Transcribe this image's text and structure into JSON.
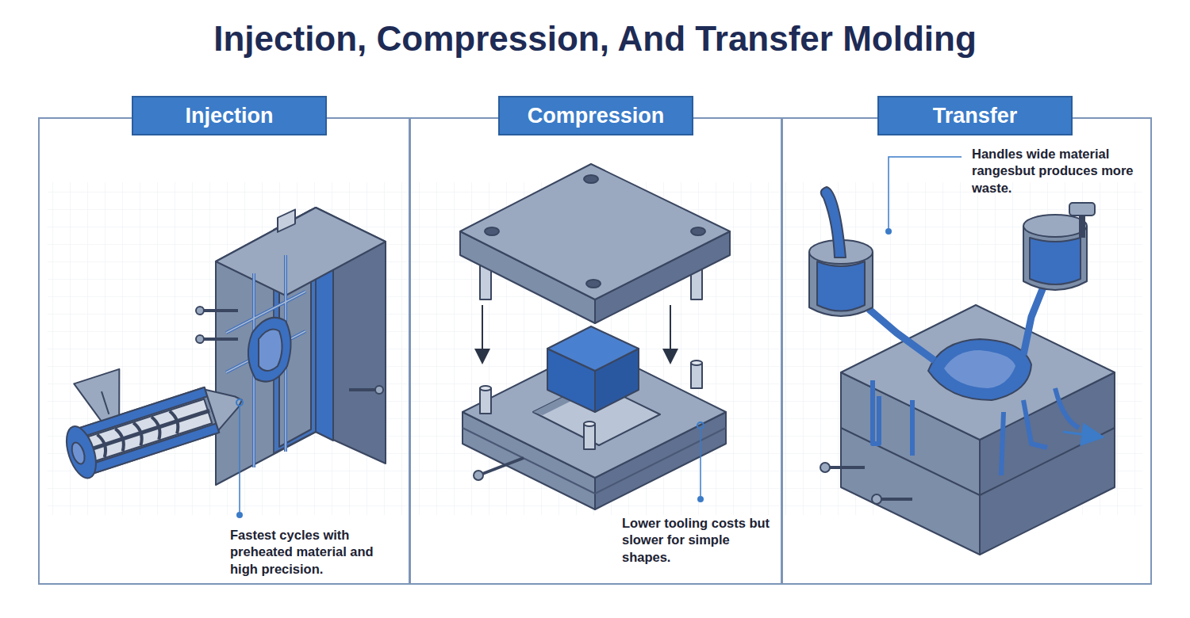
{
  "diagram": {
    "title": "Injection, Compression, And Transfer Molding",
    "nodes": [
      {
        "text": [
          "Injection",
          "Fastest cycles with preheated material and high precision."
        ]
      },
      {
        "text": [
          "Compression",
          "Lower tooling costs but slower for simple shapes."
        ]
      },
      {
        "text": [
          "Transfer",
          "Handles wide material rangesbut produces more waste."
        ]
      }
    ]
  }
}
